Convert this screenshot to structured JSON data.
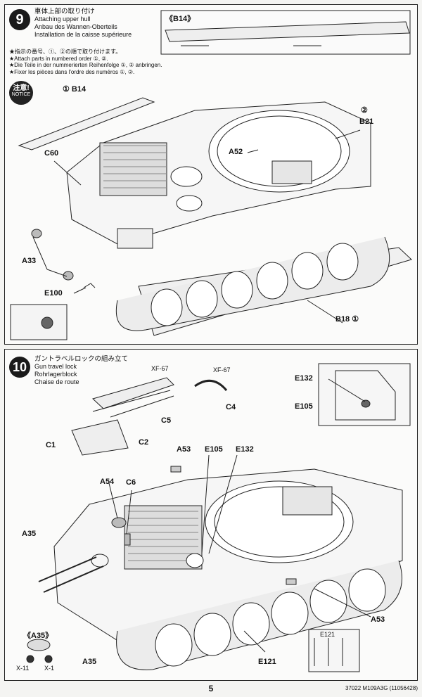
{
  "step9": {
    "number": "9",
    "title_jp": "車体上部の取り付け",
    "title_en": "Attaching upper hull",
    "title_de": "Anbau des Wannen-Oberteils",
    "title_fr": "Installation de la caisse supérieure",
    "notes": [
      "★指示の番号、①、②の順で取り付けます。",
      "★Attach parts in numbered order ①, ②.",
      "★Die Teile in der nummerierten Reihenfolge ①, ② anbringen.",
      "★Fixer les pièces dans l'ordre des numéros ①, ②."
    ],
    "notice_jp": "注意!",
    "notice_en": "NOTICE",
    "inset_label": "《B14》",
    "labels": {
      "b14": "① B14",
      "b21_num": "②",
      "b21": "B21",
      "c60": "C60",
      "a52": "A52",
      "a33": "A33",
      "e100": "E100",
      "b18": "B18 ①"
    }
  },
  "step10": {
    "number": "10",
    "title_jp": "ガントラベルロックの組み立て",
    "title_en": "Gun travel lock",
    "title_de": "Rohrlagerblock",
    "title_fr": "Chaise de route",
    "labels": {
      "xf67_left": "XF-67",
      "xf67_right": "XF-67",
      "c4": "C4",
      "c5": "C5",
      "c1": "C1",
      "c2": "C2",
      "e132_top": "E132",
      "e105_top": "E105",
      "a53_top": "A53",
      "e105": "E105",
      "e132": "E132",
      "a54": "A54",
      "c6": "C6",
      "a35_left": "A35",
      "a35_inset": "《A35》",
      "x11": "X-11",
      "x1": "X-1",
      "a35_bottom": "A35",
      "a53_bottom": "A53",
      "e121_inset": "E121",
      "e121": "E121"
    }
  },
  "footer": {
    "page": "5",
    "code": "37022  M109A3G (11056428)"
  }
}
